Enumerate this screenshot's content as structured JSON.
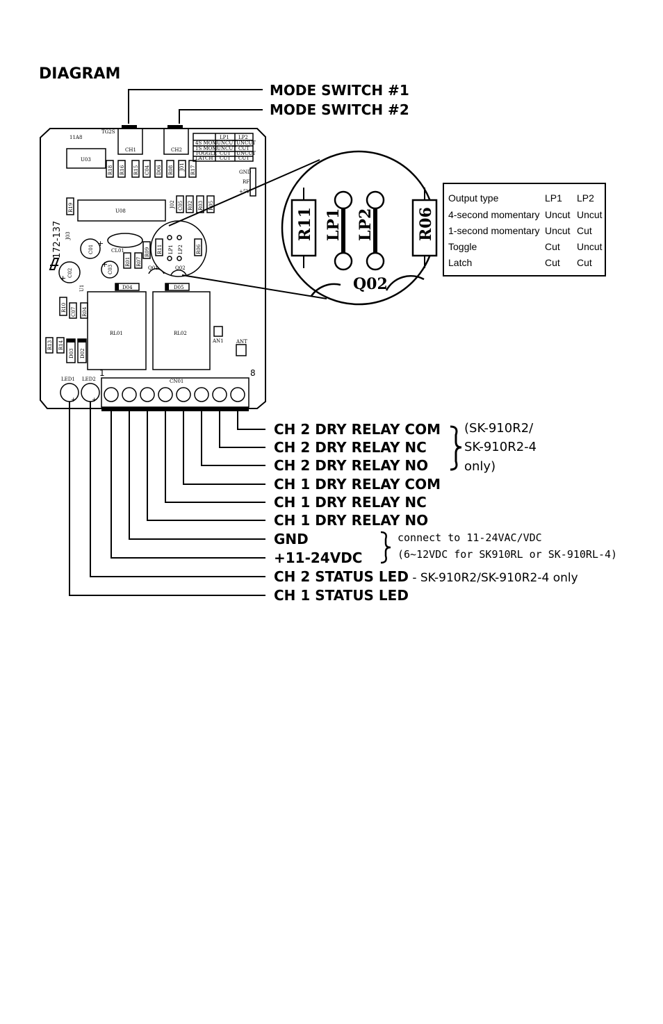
{
  "heading": "DIAGRAM",
  "mode_switches": [
    "MODE SWITCH #1",
    "MODE SWITCH #2"
  ],
  "terminal_labels": [
    "CH 2 DRY RELAY COM",
    "CH 2 DRY RELAY NC",
    "CH 2 DRY RELAY NO",
    "CH 1 DRY RELAY COM",
    "CH 1 DRY RELAY NC",
    "CH 1 DRY RELAY NO",
    "GND",
    "+11-24VDC"
  ],
  "ch2_only_note": [
    "(SK-910R2/",
    "SK-910R2-4",
    "only)"
  ],
  "power_note": [
    "connect to 11-24VAC/VDC",
    "(6~12VDC for SK910RL or SK-910RL-4)"
  ],
  "status_leds": {
    "ch2_label": "CH 2 STATUS LED",
    "ch2_note": " - SK-910R2/SK-910R2-4 only",
    "ch1_label": "CH 1 STATUS LED"
  },
  "zoom": {
    "labels": [
      "R11",
      "LP1",
      "LP2",
      "R06",
      "Q02"
    ]
  },
  "output_table": {
    "header": [
      "Output type",
      "LP1",
      "LP2"
    ],
    "rows": [
      [
        "4-second momentary",
        "Uncut",
        "Uncut"
      ],
      [
        "1-second momentary",
        "Uncut",
        "Cut"
      ],
      [
        "Toggle",
        "Cut",
        "Uncut"
      ],
      [
        "Latch",
        "Cut",
        "Cut"
      ]
    ]
  },
  "pcb": {
    "labels": [
      "TG2S",
      "11A8",
      "CH1",
      "CH2",
      "U03",
      "R18",
      "R16",
      "R15",
      "C04",
      "D06",
      "R08",
      "J01",
      "R17",
      "GND",
      "RF",
      "+5V",
      "R19",
      "U08",
      "J02",
      "C05",
      "R02",
      "R03",
      "R05",
      "172-137",
      "J03",
      "C01",
      "CL01",
      "R09",
      "R11",
      "LP1",
      "LP2",
      "R06",
      "C02",
      "R01",
      "R07",
      "C03",
      "Q01",
      "Q02",
      "U1",
      "D04",
      "D05",
      "R10",
      "C07",
      "R04",
      "RL01",
      "RL02",
      "AN1",
      "ANT",
      "R13",
      "R14",
      "D03",
      "D02",
      "LED1",
      "LED2",
      "CN01"
    ],
    "mini_table": {
      "header": [
        "LP1",
        "LP2"
      ],
      "rows": [
        [
          "4S MOM",
          "UNCUT",
          "UNCUT"
        ],
        [
          "1S MOM",
          "UNCUT",
          "CUT"
        ],
        [
          "TOGGLE",
          "CUT",
          "UNCUT"
        ],
        [
          "LATCH",
          "CUT",
          "CUT"
        ]
      ]
    },
    "pin_numbers": [
      "1",
      "8"
    ]
  }
}
